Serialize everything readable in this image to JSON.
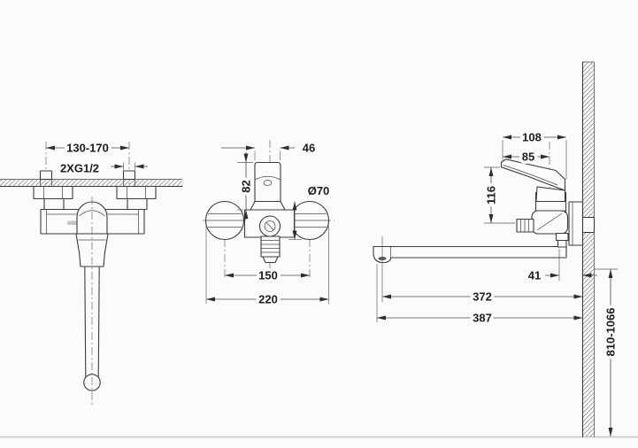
{
  "drawing": {
    "kind": "faucet-installation-dimension-drawing",
    "colors": {
      "background": "#fbfbfb",
      "object_line": "#3b3b3b",
      "dimension_line": "#4a4a4a",
      "hatch": "#8e8e8e",
      "floor_line": "#c6cbcd",
      "text": "#1e1e1e"
    },
    "views": {
      "top": {
        "dimensions": {
          "hole_spacing": "130-170",
          "connection_thread": "2XG1/2"
        }
      },
      "front": {
        "dimensions": {
          "handle_width": "46",
          "handle_height": "82",
          "escutcheon_diameter": "Ø70",
          "hole_spacing": "150",
          "overall_width": "220"
        }
      },
      "side": {
        "dimensions": {
          "total_depth": "108",
          "handle_depth": "85",
          "body_height": "116",
          "spout_axis_to_wall": "41",
          "spout_reach": "372",
          "total_reach": "387",
          "installation_height": "810-1066"
        }
      }
    }
  }
}
